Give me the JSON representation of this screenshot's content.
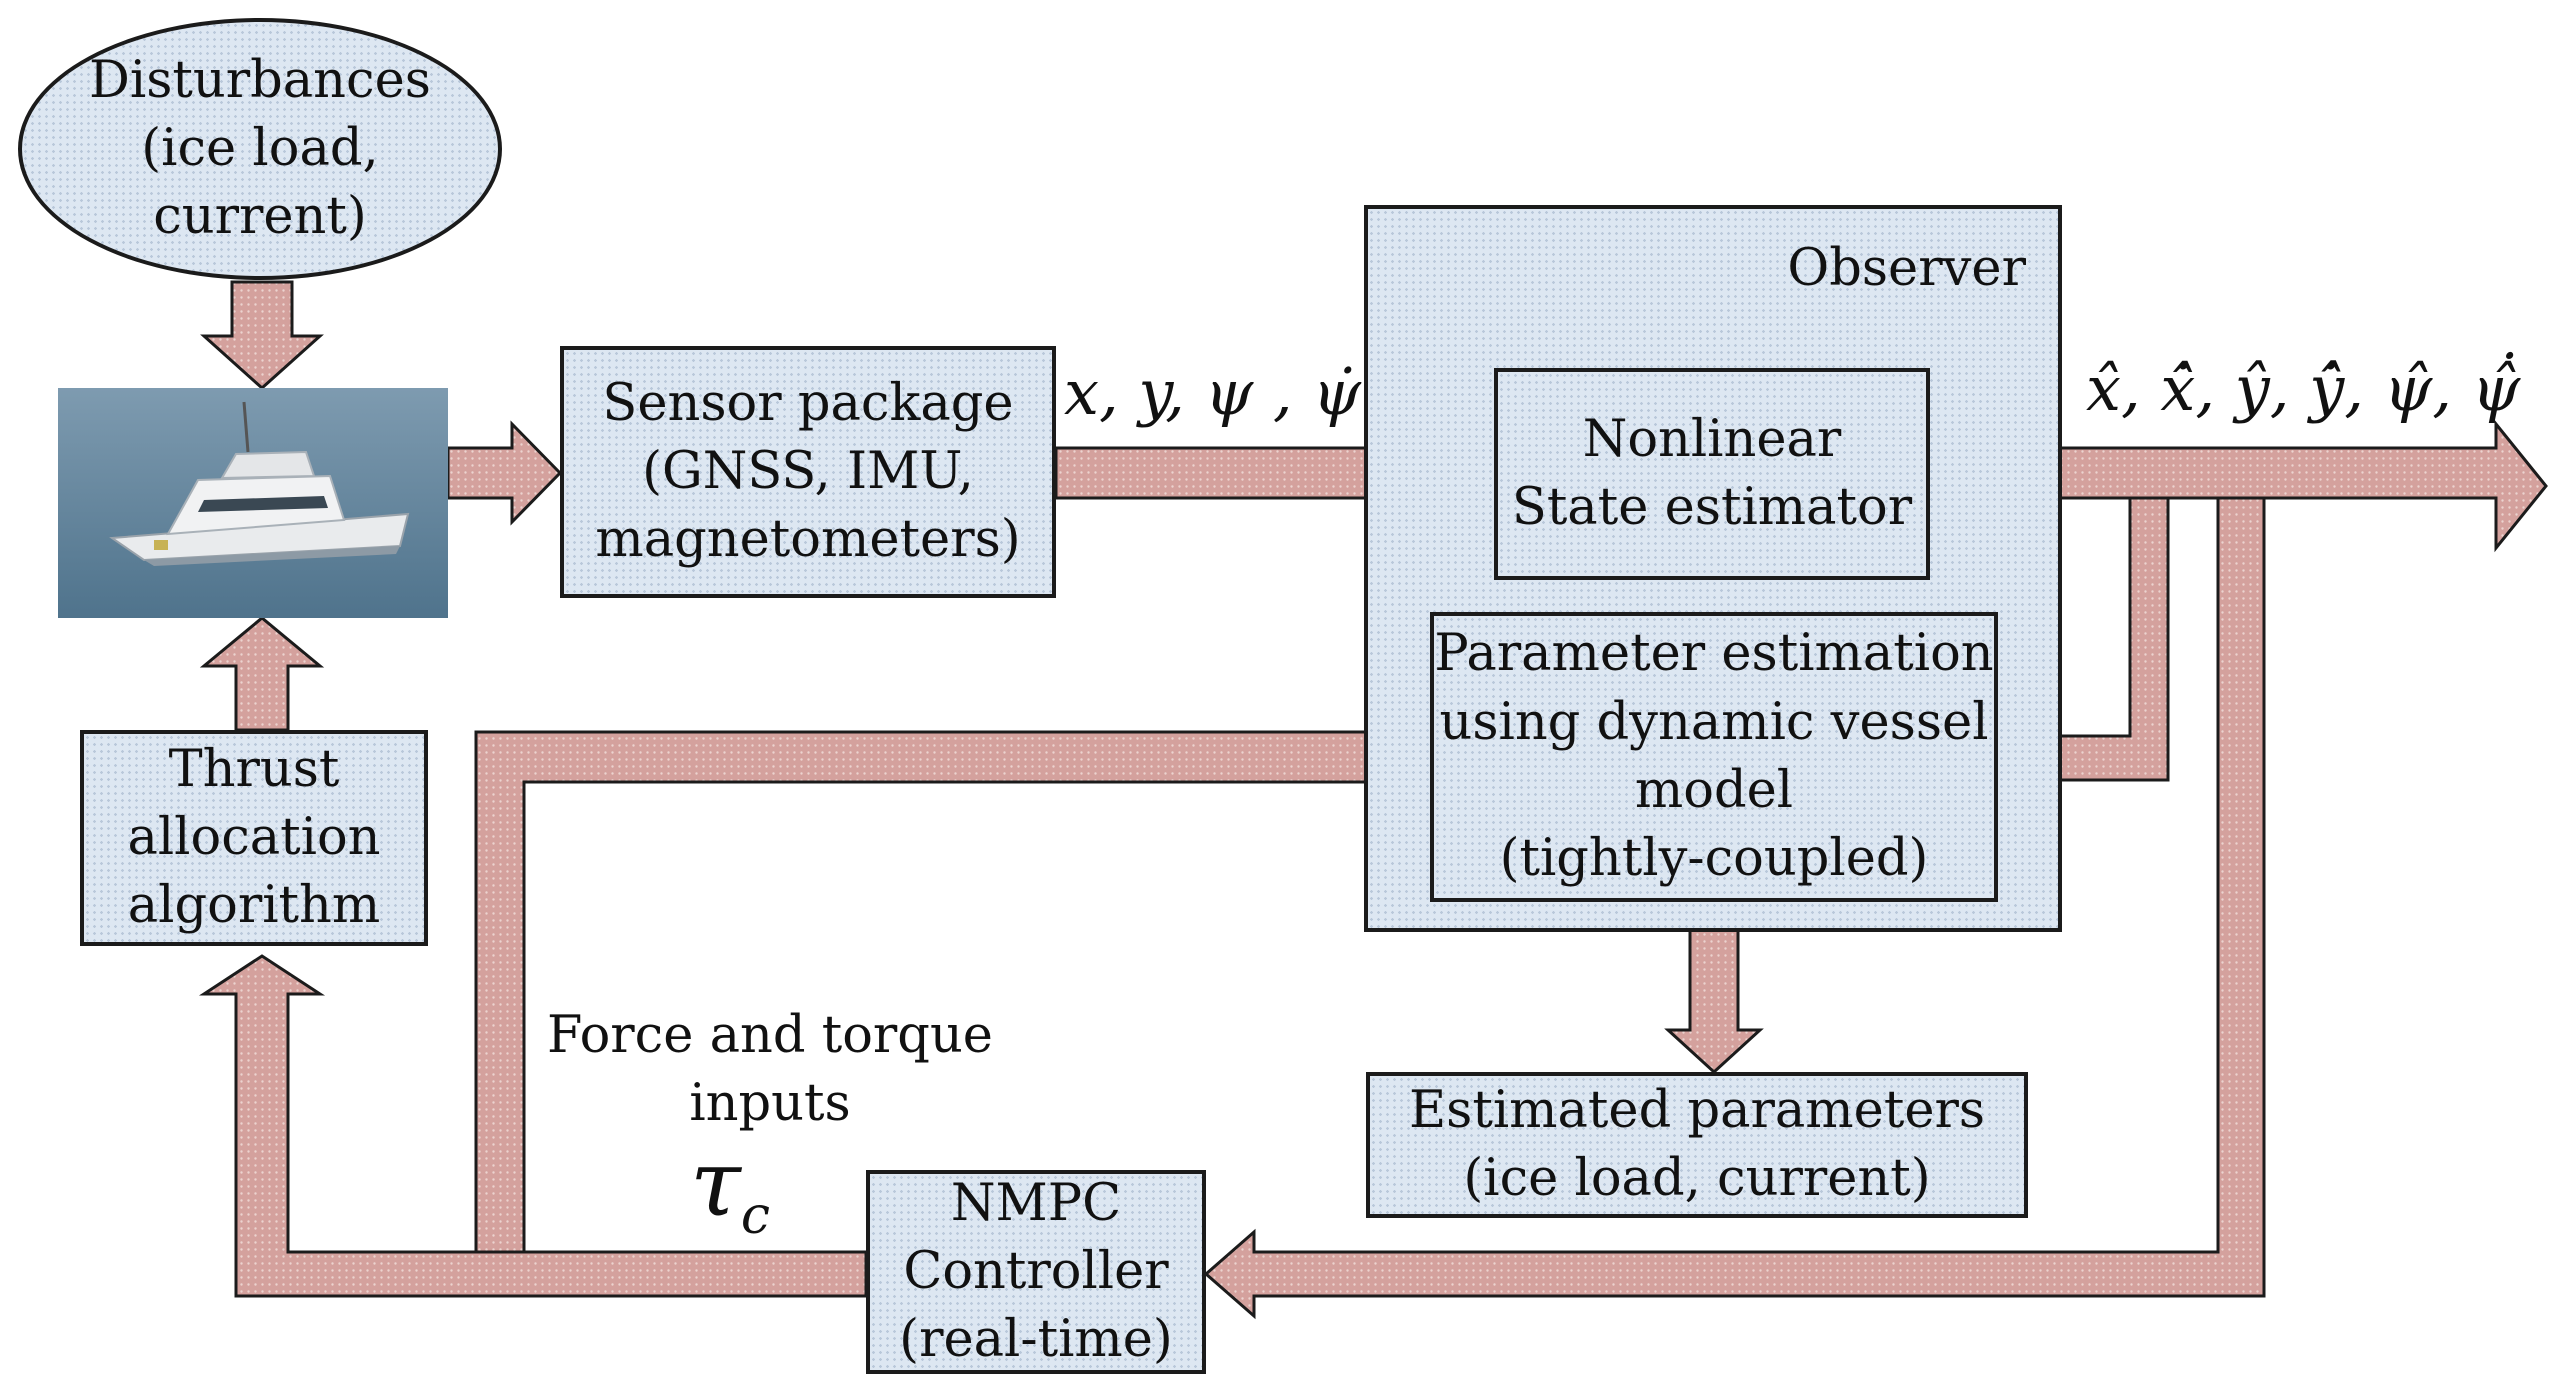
{
  "nodes": {
    "disturbances": {
      "lines": [
        "Disturbances",
        "(ice load,",
        "current)"
      ]
    },
    "sensor": {
      "lines": [
        "Sensor package",
        "(GNSS, IMU,",
        "magnetometers)"
      ]
    },
    "observer": {
      "title": "Observer"
    },
    "state_estimator": {
      "lines": [
        "Nonlinear",
        "State estimator"
      ]
    },
    "param_estimation": {
      "lines": [
        "Parameter estimation",
        "using dynamic vessel",
        "model",
        "(tightly-coupled)"
      ]
    },
    "thrust": {
      "lines": [
        "Thrust",
        "allocation",
        "algorithm"
      ]
    },
    "estimated_params": {
      "lines": [
        "Estimated parameters",
        "(ice load, current)"
      ]
    },
    "nmpc": {
      "lines": [
        "NMPC",
        "Controller",
        "(real-time)"
      ]
    }
  },
  "labels": {
    "measurements": "x, y, ψ , ψ̇",
    "estimates": "x̂, x̂̇, ŷ, ŷ̇, ψ̂, ψ̂̇",
    "force_torque": [
      "Force and torque",
      "inputs"
    ],
    "tau_symbol": "τ",
    "tau_subscript": "c"
  },
  "colors": {
    "arrow_fill": "#d4a19d",
    "arrow_stroke": "#1b1b1b",
    "box_fill": "#dde7f2",
    "sea": "#5d7f97",
    "hull": "#e9ebed"
  }
}
